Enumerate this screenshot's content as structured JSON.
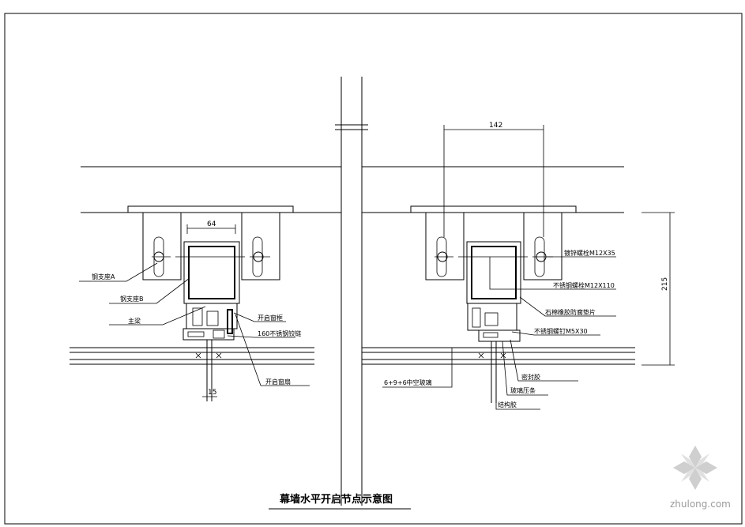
{
  "title": "幕墙水平开启节点示意图",
  "dimensions": {
    "left_width": "64",
    "left_gap": "15",
    "right_width": "142",
    "right_height": "215"
  },
  "labels_left": {
    "support_a": "钢支座A",
    "support_b": "钢支座B",
    "main_mullion": "主梁",
    "window_frame": "开启窗框",
    "hinge": "160不锈钢铰链",
    "window_sash": "开启窗扇"
  },
  "labels_right": {
    "bolt": "镀锌螺栓M12X35",
    "stainless_bolt": "不锈钢螺栓M12X110",
    "gasket": "石棉橡胶防腐垫片",
    "screw": "不锈钢螺钉M5X30",
    "glass": "6+9+6中空玻璃",
    "sealant": "密封胶",
    "strip": "玻璃压条",
    "structural_glue": "结构胶"
  },
  "watermark": "zhulong.com"
}
